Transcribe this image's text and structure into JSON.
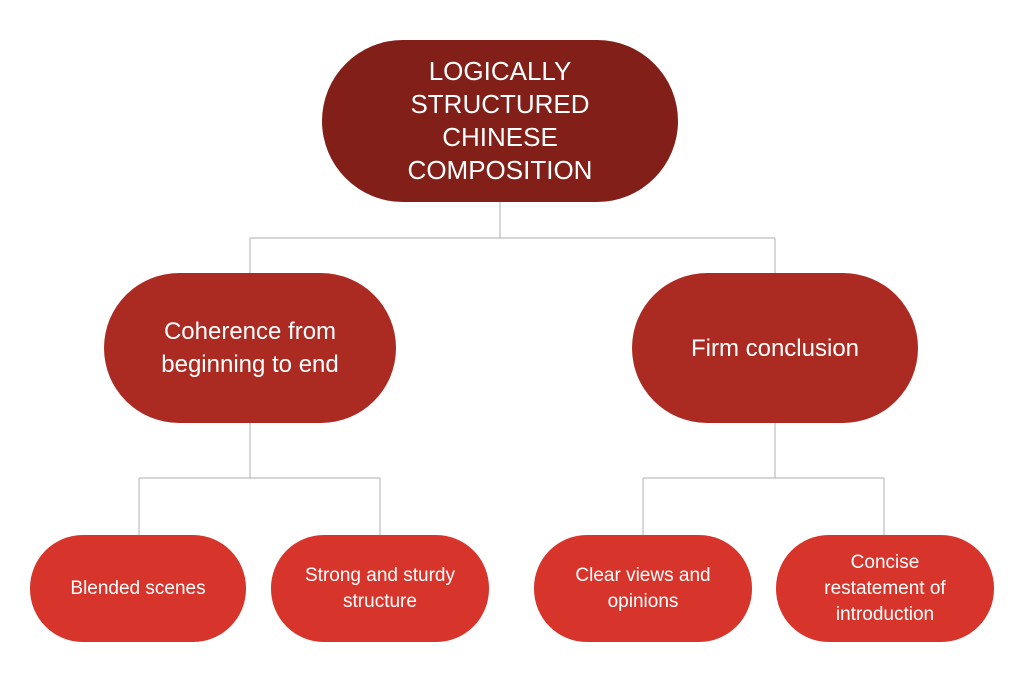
{
  "diagram": {
    "root": {
      "label": "LOGICALLY STRUCTURED CHINESE COMPOSITION"
    },
    "branches": [
      {
        "label": "Coherence from beginning to end",
        "children": [
          {
            "label": "Blended scenes"
          },
          {
            "label": "Strong and sturdy structure"
          }
        ]
      },
      {
        "label": "Firm conclusion",
        "children": [
          {
            "label": "Clear views and opinions"
          },
          {
            "label": "Concise restatement of introduction"
          }
        ]
      }
    ]
  },
  "colors": {
    "root_fill": "#821f18",
    "branch_fill": "#ab2a22",
    "leaf_fill": "#d7352b",
    "connector": "#bdbdbd",
    "text": "#ffffff"
  }
}
